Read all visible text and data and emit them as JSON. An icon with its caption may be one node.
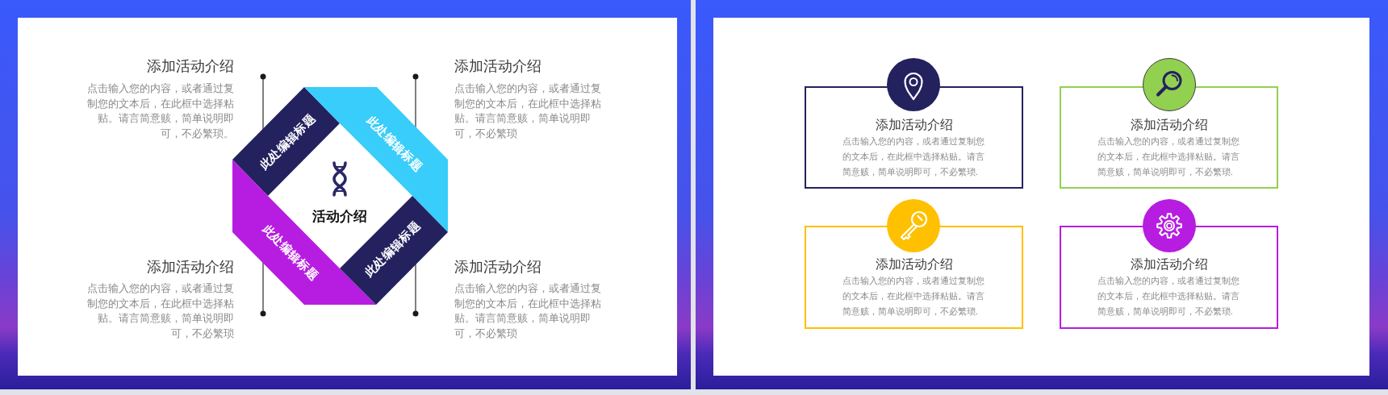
{
  "diagram": {
    "nodes": [
      {
        "text": [
          "此处编辑标题"
        ]
      },
      {
        "text": [
          "此处编辑标题"
        ]
      },
      {
        "text": [
          "活动介绍"
        ]
      },
      {
        "text": [
          "此处编辑标题"
        ]
      },
      {
        "text": [
          "此处编辑标题"
        ]
      },
      {
        "text": [
          "添加活动介绍",
          "点击输入您的内容，或者通过复制您的文本后，在此框中选择粘贴。请言简意赅，简单说明即可，不必繁琐."
        ]
      },
      {
        "text": [
          "添加活动介绍",
          "点击输入您的内容，或者通过复制您的文本后，在此框中选择粘贴。请言简意赅，简单说明即可，不必繁琐."
        ]
      },
      {
        "text": [
          "添加活动介绍",
          "点击输入您的内容，或者通过复制您的文本后，在此框中选择粘贴。请言简意赅，简单说明即可，不必繁琐."
        ]
      },
      {
        "text": [
          "添加活动介绍",
          "点击输入您的内容，或者通过复制您的文本后，在此框中选择粘贴。请言简意赅，简单说明即可，不必繁琐."
        ]
      }
    ],
    "labels": [
      "添加活动介绍",
      "点击输入您的内容，或者通过复制您的文本后，在此框中选择粘贴。请言简意赅，简单说明即可，不必繁琐。",
      "添加活动介绍",
      "点击输入您的内容，或者通过复制您的文本后，在此框中选择粘贴。请言简意赅，简单说明即可，不必繁琐",
      "添加活动介绍",
      "点击输入您的内容，或者通过复制您的文本后，在此框中选择粘贴。请言简意赅，简单说明即可，不必繁琐",
      "添加活动介绍",
      "点击输入您的内容，或者通过复制您的文本后，在此框中选择粘贴。请言简意赅，简单说明即可，不必繁琐"
    ]
  }
}
